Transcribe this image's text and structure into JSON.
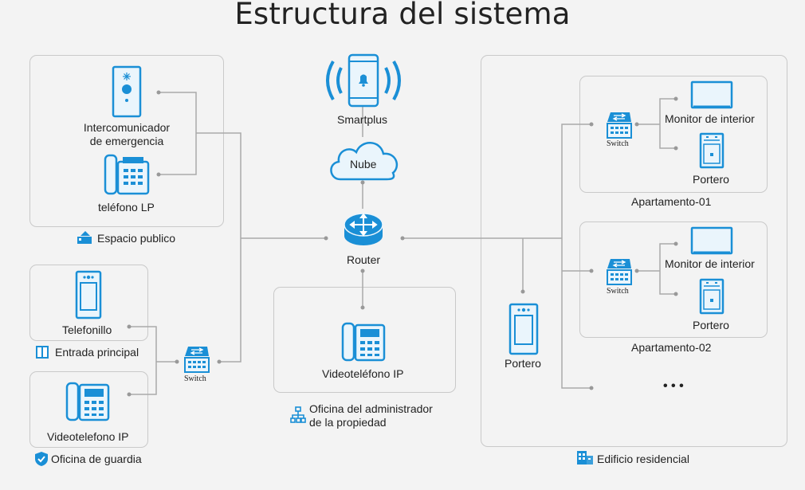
{
  "title": "Estructura del sistema",
  "colors": {
    "accent": "#1a8fd6",
    "line": "#aaaaaa",
    "box_border": "#c9c9c9",
    "background": "#f3f3f3"
  },
  "public_space": {
    "intercom": "Intercomunicador\nde emergencia",
    "phone": "teléfono LP",
    "area": "Espacio publico"
  },
  "main_entrance": {
    "door_phone": "Telefonillo",
    "area": "Entrada principal"
  },
  "guard_office": {
    "video_phone": "Videotelefono IP",
    "area": "Oficina de guardia"
  },
  "switch_label": "Switch",
  "center": {
    "smartplus": "Smartplus",
    "cloud": "Nube",
    "router": "Router",
    "video_phone": "Videoteléfono IP",
    "admin_office": "Oficina del administrador\nde la propiedad"
  },
  "residential": {
    "porter": "Portero",
    "building": "Edificio residencial",
    "apartments": [
      {
        "name": "Apartamento-01",
        "monitor": "Monitor de interior",
        "door": "Portero",
        "switch": "Switch"
      },
      {
        "name": "Apartamento-02",
        "monitor": "Monitor de interior",
        "door": "Portero",
        "switch": "Switch"
      }
    ],
    "more": "• • •"
  }
}
